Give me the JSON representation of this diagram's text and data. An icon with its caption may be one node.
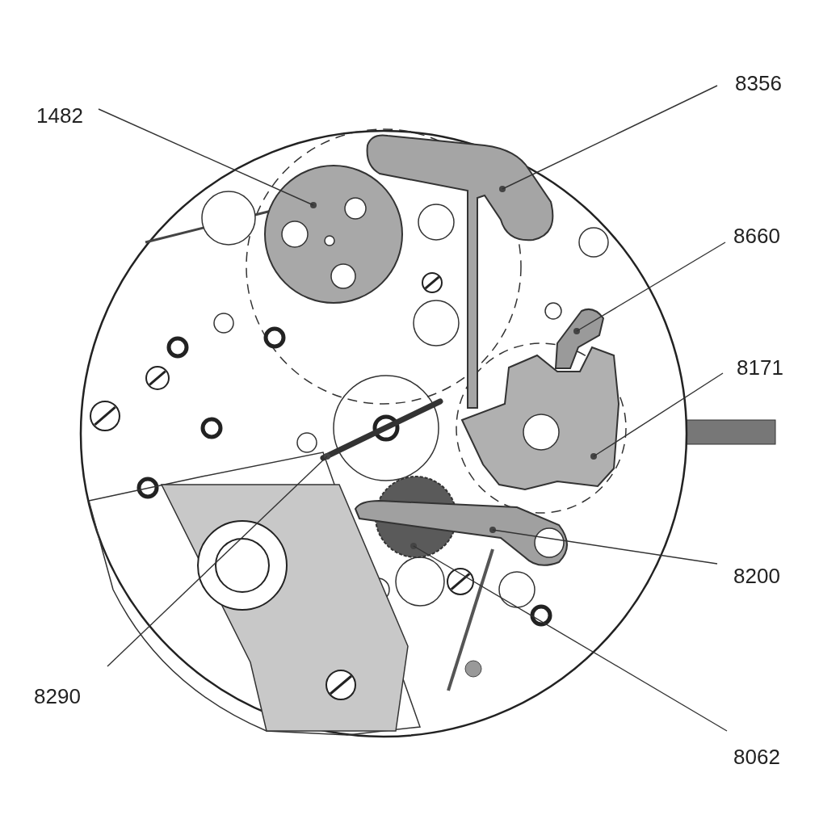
{
  "diagram": {
    "nodes": [
      {
        "text": [
          "8356"
        ]
      },
      {
        "text": [],
        "shape": "picture"
      },
      {
        "text": [
          "1482"
        ]
      },
      {
        "text": [],
        "shape": "circle"
      },
      {
        "text": [
          "8660"
        ]
      },
      {
        "text": [],
        "shape": "picture"
      },
      {
        "text": [
          "8171"
        ]
      },
      {
        "text": [],
        "shape": "picture"
      },
      {
        "text": [
          "8200"
        ]
      },
      {
        "text": [],
        "shape": "picture"
      },
      {
        "text": [
          "8290"
        ]
      },
      {
        "text": [],
        "shape": "picture"
      },
      {
        "text": [
          "8062"
        ]
      },
      {
        "text": [],
        "shape": "circle"
      }
    ],
    "edges": [
      {
        "from": 0,
        "to": 1,
        "arrow": "none"
      },
      {
        "from": 2,
        "to": 3,
        "arrow": "none"
      },
      {
        "from": 4,
        "to": 5,
        "arrow": "none"
      },
      {
        "from": 6,
        "to": 7,
        "arrow": "none"
      },
      {
        "from": 8,
        "to": 9,
        "arrow": "none"
      },
      {
        "from": 10,
        "to": 11,
        "arrow": "none"
      },
      {
        "from": 12,
        "to": 13,
        "arrow": "none"
      }
    ]
  }
}
